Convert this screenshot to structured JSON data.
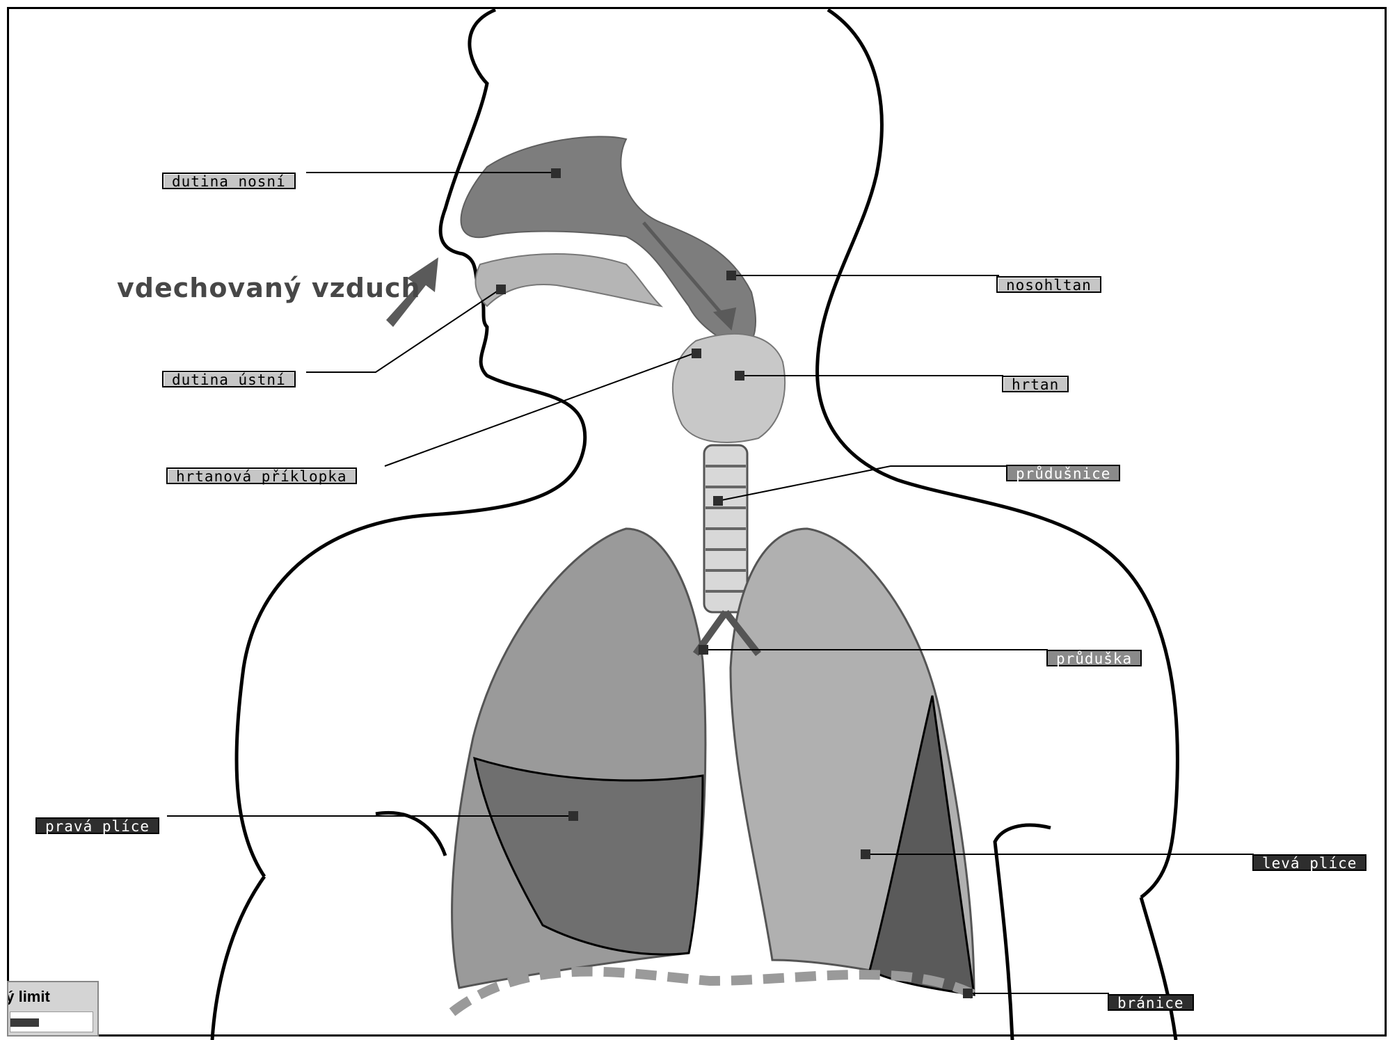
{
  "caption": "vdechovaný vzduch",
  "labels": {
    "dutina_nosni": "dutina nosní",
    "nosohltan": "nosohltan",
    "dutina_ustni": "dutina ústní",
    "hrtan": "hrtan",
    "hrtanova_priklopka": "hrtanová příklopka",
    "prudusnice": "průdušnice",
    "pruduska": "průduška",
    "prava_plice": "pravá plíce",
    "leva_plice": "levá plíce",
    "branice": "bránice"
  },
  "limit_widget": {
    "title": "vý limit",
    "level": 0.35
  },
  "colors": {
    "outline": "#000000",
    "tissue_dark": "#7d7d7d",
    "tissue_mid": "#a3a3a3",
    "tissue_light": "#c8c8c8",
    "arrow": "#5a5a5a"
  }
}
